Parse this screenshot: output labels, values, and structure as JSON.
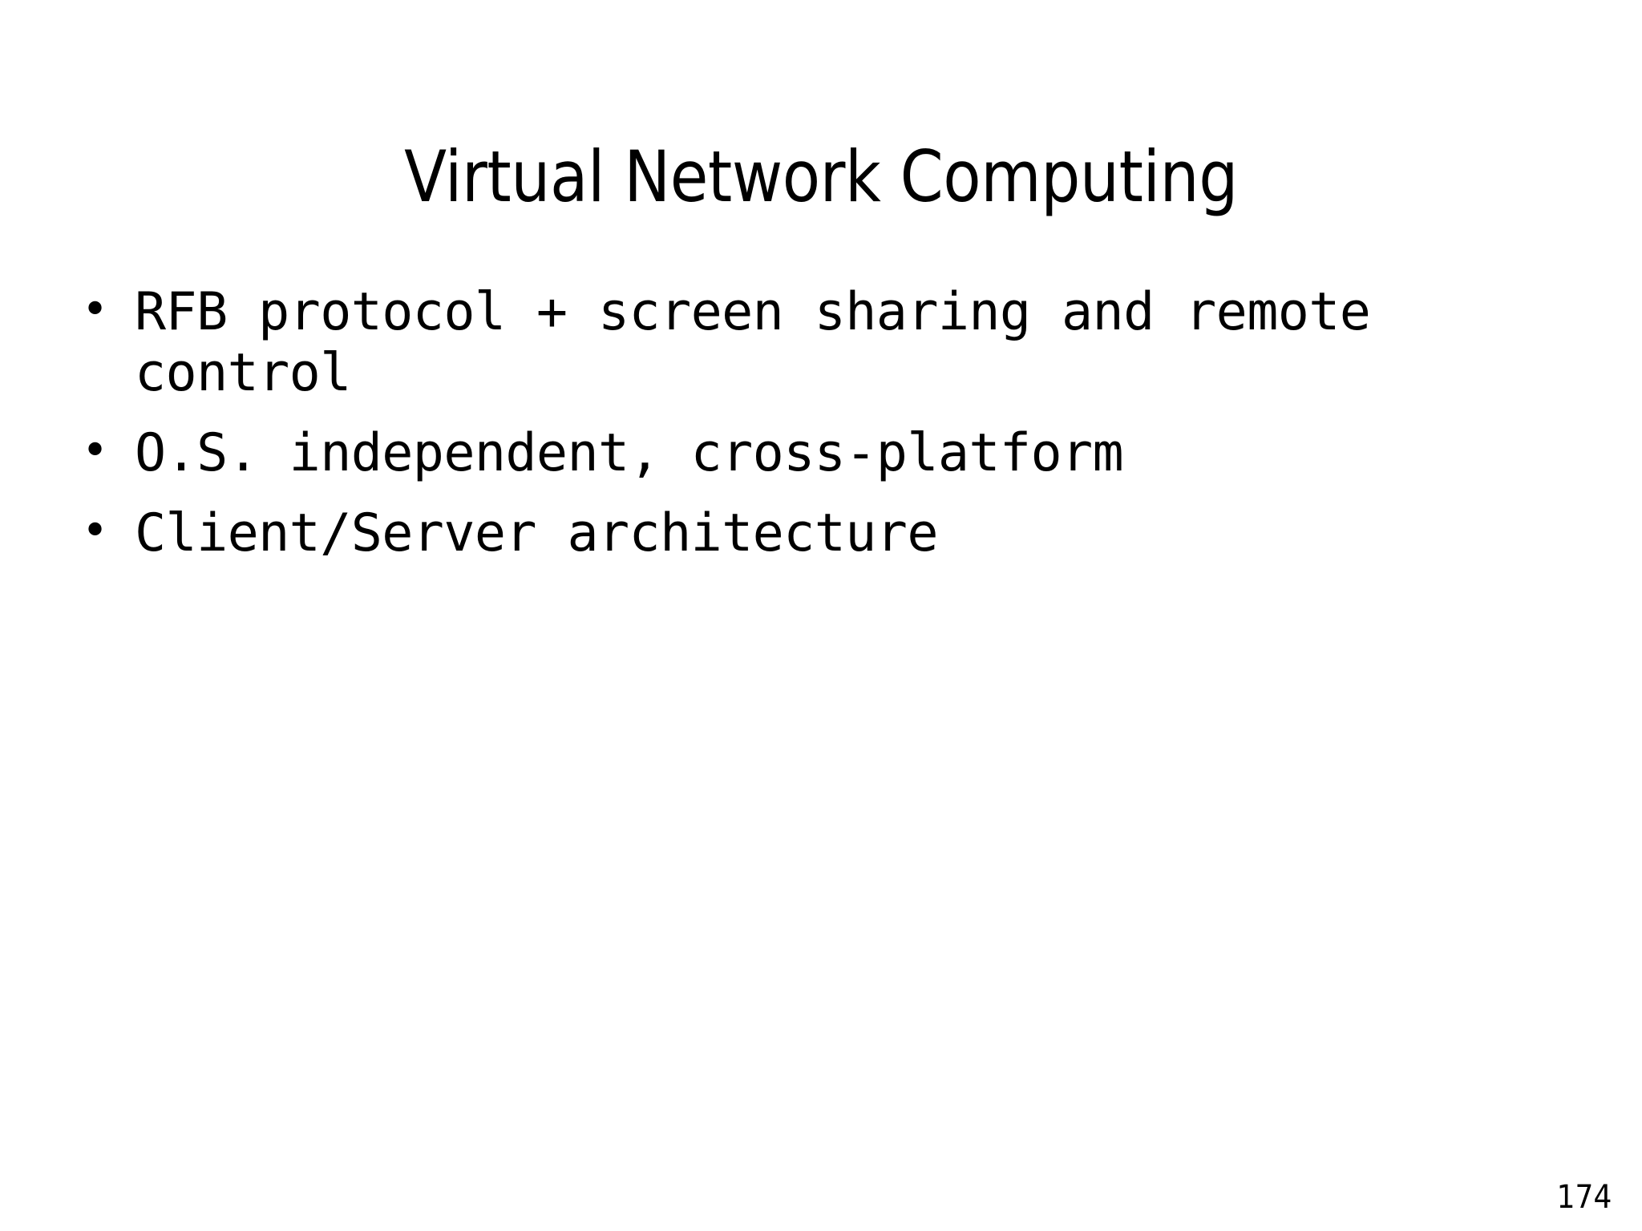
{
  "slide": {
    "title": "Virtual Network Computing",
    "background_color": "#ffffff",
    "text_color": "#000000",
    "bullet_marker": "•",
    "bullets": [
      {
        "text": "RFB protocol + screen sharing and remote control"
      },
      {
        "text": "O.S. independent, cross-platform"
      },
      {
        "text": "Client/Server architecture"
      }
    ],
    "page_number": "174"
  }
}
